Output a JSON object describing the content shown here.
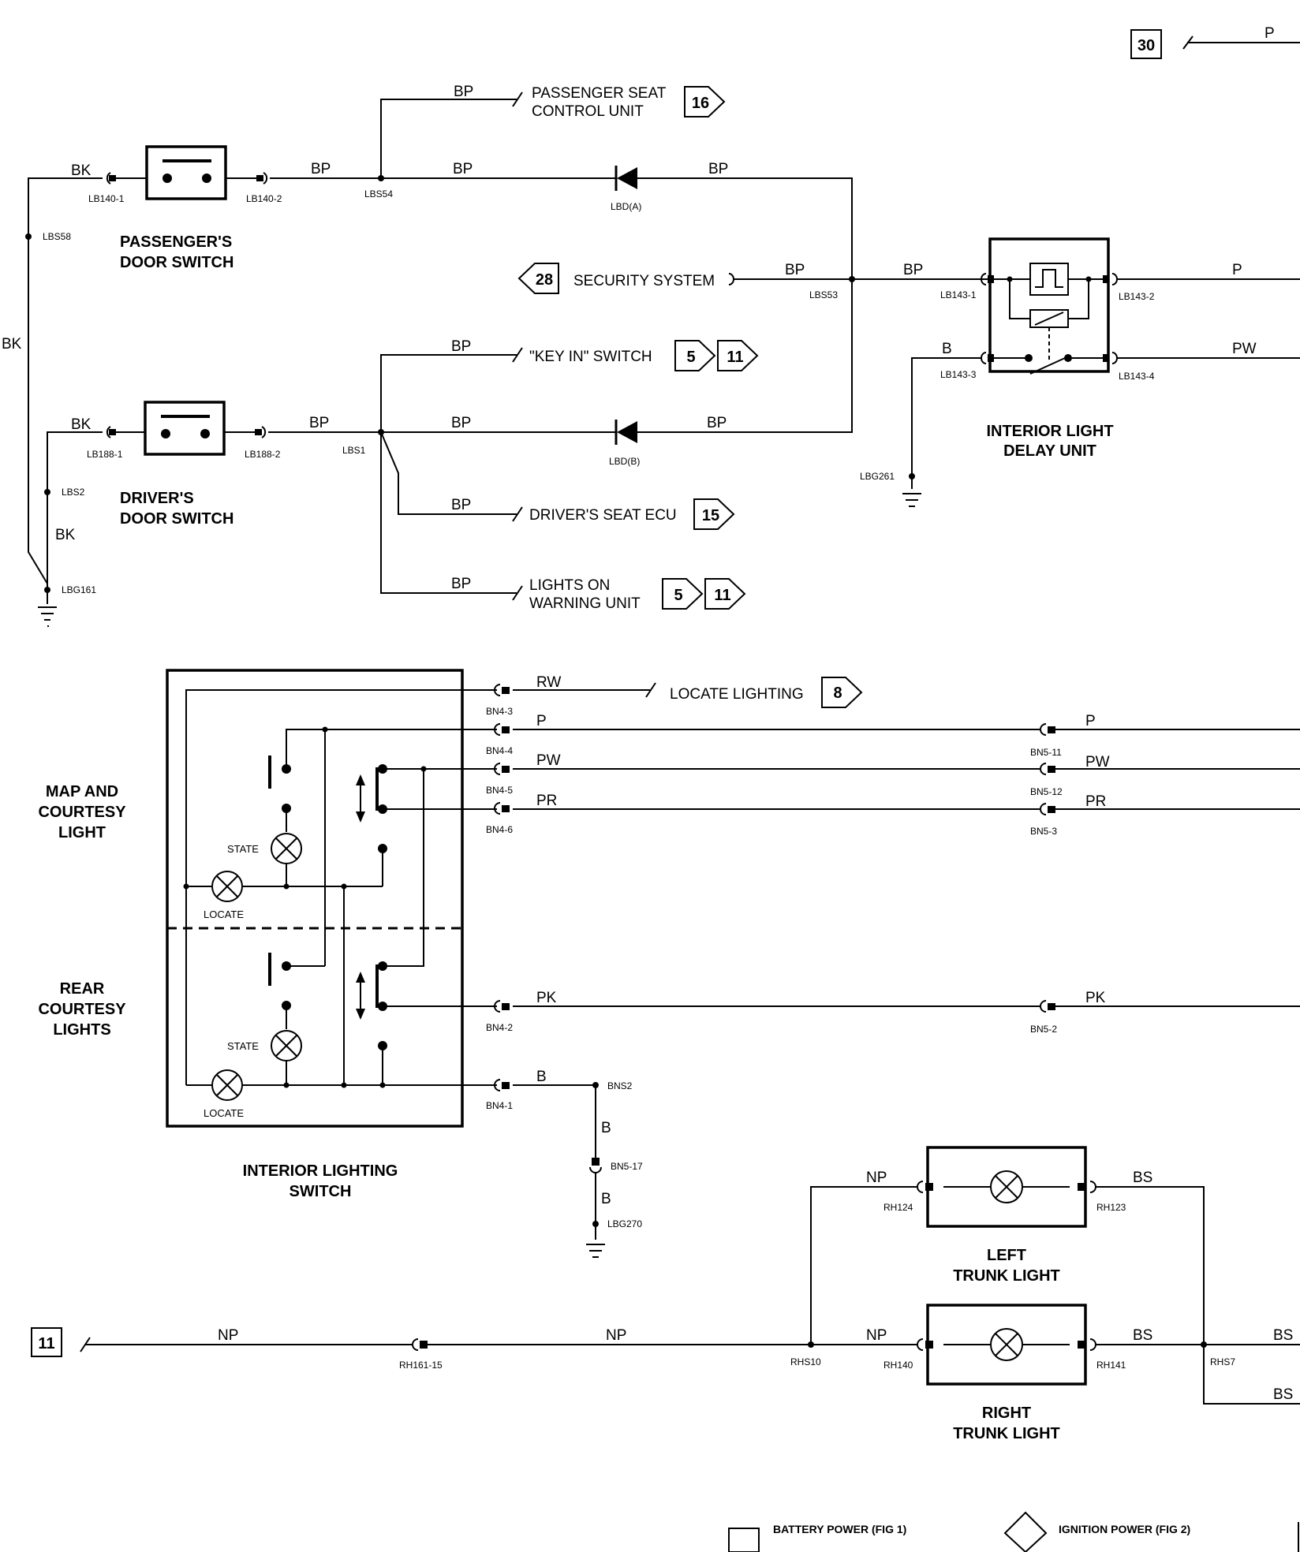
{
  "refs": {
    "top_30": "30",
    "fig16": "16",
    "fig28": "28",
    "fig5a": "5",
    "fig11a": "11",
    "fig15": "15",
    "fig5b": "5",
    "fig11b": "11",
    "fig8": "8",
    "left_11": "11"
  },
  "wires": {
    "top_p": "P",
    "bp_pass_seat": "BP",
    "bk_pass": "BK",
    "bp_pass_sw": "BP",
    "bp_lbs54": "BP",
    "bp_diode_a": "BP",
    "bk_left": "BK",
    "bp_sec1": "BP",
    "bp_sec2": "BP",
    "p_delay": "P",
    "pw_delay": "PW",
    "b_delay": "B",
    "bp_keyin": "BP",
    "bk_drv": "BK",
    "bp_drv_sw": "BP",
    "bp_lbs1": "BP",
    "bp_diode_b": "BP",
    "bk_low": "BK",
    "bp_seat_ecu": "BP",
    "bp_lights_on": "BP",
    "rw": "RW",
    "p_sw": "P",
    "pw_sw": "PW",
    "pr_sw": "PR",
    "p_bn5": "P",
    "pw_bn5": "PW",
    "pr_bn5": "PR",
    "pk_sw": "PK",
    "pk_bn5": "PK",
    "b_sw": "B",
    "b_bns2": "B",
    "b_bn5": "B",
    "np_left": "NP",
    "bs_left": "BS",
    "np_main1": "NP",
    "np_main2": "NP",
    "np_right": "NP",
    "bs_right": "BS",
    "bs_out1": "BS",
    "bs_out2": "BS"
  },
  "pins": {
    "lb140_1": "LB140-1",
    "lb140_2": "LB140-2",
    "lbs54": "LBS54",
    "lbd_a": "LBD(A)",
    "lbs58": "LBS58",
    "lbs53": "LBS53",
    "lb143_1": "LB143-1",
    "lb143_2": "LB143-2",
    "lb143_3": "LB143-3",
    "lb143_4": "LB143-4",
    "lb188_1": "LB188-1",
    "lb188_2": "LB188-2",
    "lbs1": "LBS1",
    "lbd_b": "LBD(B)",
    "lbg261": "LBG261",
    "lbs2": "LBS2",
    "lbg161": "LBG161",
    "bn4_3": "BN4-3",
    "bn4_4": "BN4-4",
    "bn4_5": "BN4-5",
    "bn4_6": "BN4-6",
    "bn5_11": "BN5-11",
    "bn5_12": "BN5-12",
    "bn5_3": "BN5-3",
    "bn4_2": "BN4-2",
    "bn5_2": "BN5-2",
    "bn4_1": "BN4-1",
    "bns2": "BNS2",
    "bn5_17": "BN5-17",
    "lbg270": "LBG270",
    "rh124": "RH124",
    "rh123": "RH123",
    "rh161_15": "RH161-15",
    "rhs10": "RHS10",
    "rh140": "RH140",
    "rh141": "RH141",
    "rhs7": "RHS7"
  },
  "components": {
    "pass_switch": [
      "PASSENGER'S",
      "DOOR SWITCH"
    ],
    "drv_switch": [
      "DRIVER'S",
      "DOOR SWITCH"
    ],
    "delay_unit": [
      "INTERIOR LIGHT",
      "DELAY UNIT"
    ],
    "map_light": [
      "MAP AND",
      "COURTESY",
      "LIGHT"
    ],
    "rear_lights": [
      "REAR",
      "COURTESY",
      "LIGHTS"
    ],
    "int_switch": [
      "INTERIOR LIGHTING",
      "SWITCH"
    ],
    "left_trunk": [
      "LEFT",
      "TRUNK LIGHT"
    ],
    "right_trunk": [
      "RIGHT",
      "TRUNK LIGHT"
    ]
  },
  "destinations": {
    "pass_seat": [
      "PASSENGER SEAT",
      "CONTROL UNIT"
    ],
    "security": "SECURITY SYSTEM",
    "key_in": "\"KEY IN\" SWITCH",
    "seat_ecu": "DRIVER'S SEAT ECU",
    "lights_on": [
      "LIGHTS ON",
      "WARNING UNIT"
    ],
    "locate": "LOCATE LIGHTING"
  },
  "lamp_labels": {
    "state1": "STATE",
    "locate1": "LOCATE",
    "state2": "STATE",
    "locate2": "LOCATE"
  },
  "legend": {
    "battery": "BATTERY POWER (FIG 1)",
    "ignition": "IGNITION POWER (FIG 2)"
  }
}
